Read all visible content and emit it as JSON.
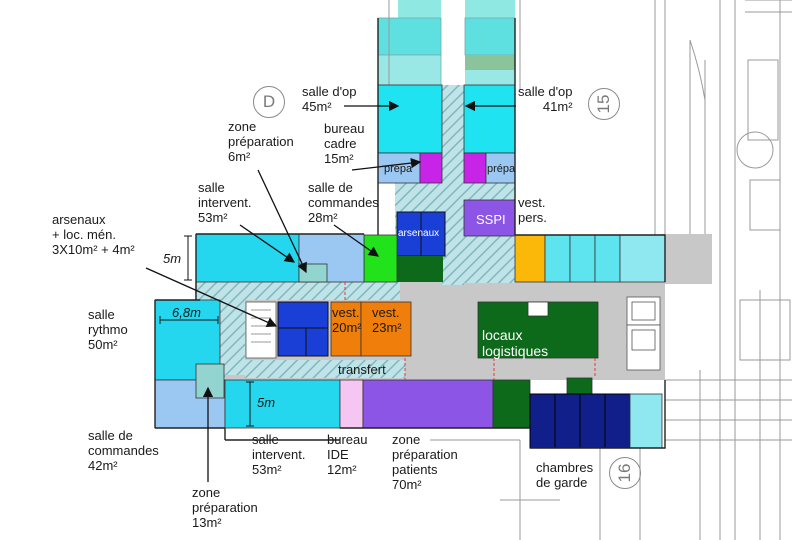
{
  "rooms": {
    "salle_op_left": {
      "name": "salle d'op",
      "area": "45m²"
    },
    "salle_op_right": {
      "name": "salle d'op",
      "area": "41m²"
    },
    "zone_preparation_top": {
      "name": "zone\npréparation",
      "area": "6m²"
    },
    "bureau_cadre": {
      "name": "bureau\ncadre",
      "area": "15m²"
    },
    "salle_intervent_top": {
      "name": "salle\nintervent.",
      "area": "53m²"
    },
    "salle_commandes_top": {
      "name": "salle de\ncommandes",
      "area": "28m²"
    },
    "arsenaux": {
      "name": "arsenaux\n+ loc. mén.",
      "area": "3X10m² + 4m²"
    },
    "vest_pers": {
      "name": "vest.\npers."
    },
    "salle_rythmo": {
      "name": "salle\nrythmo",
      "area": "50m²"
    },
    "salle_commandes_bottom": {
      "name": "salle de\ncommandes",
      "area": "42m²"
    },
    "zone_preparation_bottom": {
      "name": "zone\npréparation",
      "area": "13m²"
    },
    "salle_intervent_bottom": {
      "name": "salle\nintervent.",
      "area": "53m²"
    },
    "bureau_ide": {
      "name": "bureau\nIDE",
      "area": "12m²"
    },
    "zone_preparation_patients": {
      "name": "zone\npréparation\npatients",
      "area": "70m²"
    },
    "chambres_garde": {
      "name": "chambres\nde garde"
    }
  },
  "inner_labels": {
    "prepa_left": "prépa",
    "prepa_right": "prépa",
    "arsenaux_inner": "arsenaux",
    "sspi": "SSPI",
    "vest_20": "vest.\n20m²",
    "vest_23": "vest.\n23m²",
    "locaux_logistiques": "locaux\nlogistiques",
    "transfert": "transfert"
  },
  "dimensions": {
    "d5m_top": "5m",
    "d68m": "6,8m",
    "d5m_bottom": "5m"
  },
  "markers": {
    "zone_d": "D",
    "zone_15": "15",
    "zone_16": "16"
  },
  "colors": {
    "operating_room": "#1fe3f0",
    "intervention_room": "#25d7ee",
    "control_room": "#9ac8f2",
    "storage_blue": "#1a3fd6",
    "navy": "#101f8a",
    "green_bright": "#21e21b",
    "green_dark": "#0c6a1a",
    "purple": "#8c55e6",
    "magenta": "#c824e8",
    "orange": "#f07e0a",
    "amber": "#fbb809",
    "pink": "#f6c6f2",
    "circulation": "#c8c8c8",
    "hatch": "#a6d6dc",
    "teal": "#92d4cf"
  }
}
